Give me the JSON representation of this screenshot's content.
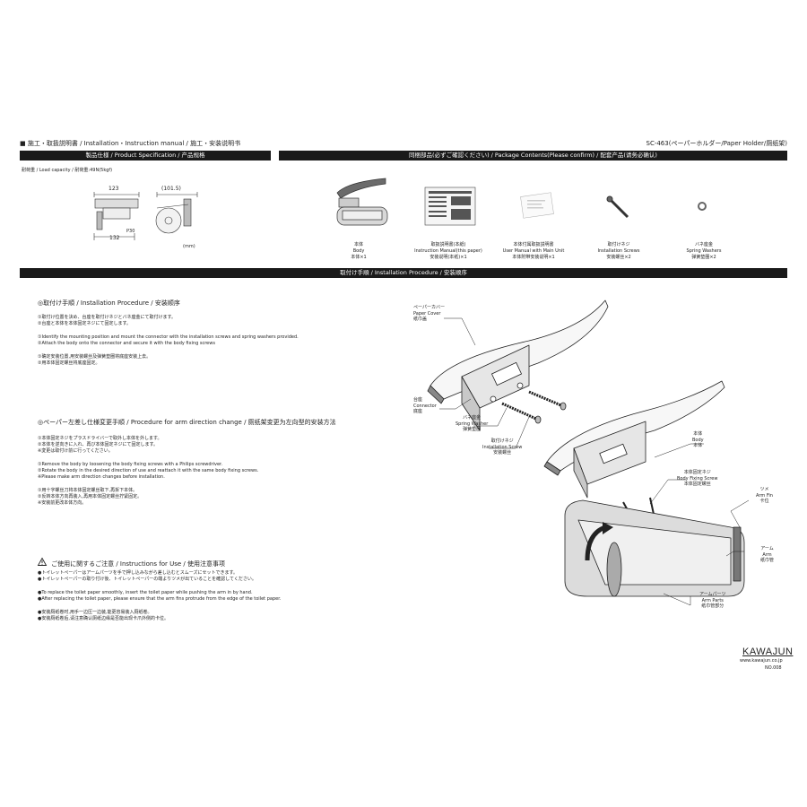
{
  "header": {
    "title": "■ 施工・取扱説明書 / Installation・Instruction manual / 施工・安装说明书",
    "model": "SC-463(ペーパーホルダー/Paper Holder/厕纸架)"
  },
  "spec": {
    "bar": "製品仕様 / Product Specification / 产品规格",
    "load": "耐荷重 / Load capacity / 耐荷重:49N(5kgf)",
    "dims": {
      "w123": "123",
      "d1015": "(101.5)",
      "p30": "P30",
      "w132": "132",
      "unit": "(mm)"
    }
  },
  "contents": {
    "bar": "同梱部品(必ずご確認ください) / Package Contents(Please confirm) / 配套产品(请务必确认)",
    "items": [
      {
        "icon": "paper-holder-body-icon",
        "l1": "本体",
        "l2": "Body",
        "l3": "本体×1"
      },
      {
        "icon": "instruction-manual-icon",
        "l1": "取扱説明書(本紙)",
        "l2": "Instruction Manual(this paper)",
        "l3": "安装说明(本纸)×1"
      },
      {
        "icon": "user-manual-icon",
        "l1": "本体付属取扱説明書",
        "l2": "User Manual with Main Unit",
        "l3": "本体附带安装说明×1"
      },
      {
        "icon": "installation-screw-icon",
        "l1": "取付けネジ",
        "l2": "Installation Screws",
        "l3": "安装螺丝×2"
      },
      {
        "icon": "spring-washer-icon",
        "l1": "バネ座金",
        "l2": "Spring Washers",
        "l3": "弹簧垫圈×2"
      }
    ]
  },
  "procedure": {
    "bar": "取付け手順 / Installation Procedure / 安装顺序",
    "install": {
      "heading": "◎取付け手順 / Installation Procedure / 安装顺序",
      "lines": [
        "①取付け位置を決め、台座を取付けネジとバネ座金にて取付けます。",
        "②台座と本体を本体固定ネジにて固定します。",
        "",
        "①Identify the mounting position and mount the connector with the installation screws and spring washers provided.",
        "②Attach the body onto the connector and secure it with the body fixing screws",
        "",
        "①确定安装位置,用安装螺丝及弹簧垫圈将底座安装上去。",
        "②用本体固定螺丝将底座固定。"
      ]
    },
    "arm": {
      "heading": "◎ペーパー左差し仕様変更手順 / Procedure for arm direction change / 厕纸架变更为左向型的安装方法",
      "lines": [
        "①本体固定ネジをプラスドライバーで取外し本体を外します。",
        "②本体を逆向きに入れ、再び本体固定ネジにて固定します。",
        "※変更は取付け前に行ってください。",
        "",
        "①Remove the body by loosening the body fixing screws with a Philips screwdriver.",
        "②Rotate the body in the desired direction of use and reattach it with the same body fixing screws.",
        "※Please make arm direction changes before installation.",
        "",
        "①用十字螺丝刀将本体固定螺丝取下,再拆下本体。",
        "②反转本体方向再装入,再用本体固定螺丝拧紧固定。",
        "※安装前更改本体方向。"
      ]
    },
    "caution": {
      "heading": "ご使用に関するご注意 / Instructions for Use / 使用注意事项",
      "lines": [
        "●トイレットペーパーはアームパーツを手で押し込みながら差し込むとスムーズにセットできます。",
        "●トイレットペーパーの取り付け後、トイレットペーパーの端よりツメが出ていることを確認してください。",
        "",
        "●To replace the toilet paper smoothly, insert the toilet paper while pushing the arm in by hand.",
        "●After replacing the toilet paper, please ensure that the arm fins protrude from the edge of the toilet paper.",
        "",
        "●安装厕纸卷时,用手一边压一边装,能更容易装入厕纸卷。",
        "●安装厕纸卷后,请注意确认厕纸边缘是否能出现卡爪外侧的卡位。"
      ]
    },
    "diagram": {
      "paper_cover": [
        "ペーパーカバー",
        "Paper Cover",
        "纸巾盖"
      ],
      "connector": [
        "台座",
        "Connector",
        "底座"
      ],
      "spring_washer": [
        "バネ座金",
        "Spring Washer",
        "弹簧垫圈"
      ],
      "install_screw": [
        "取付けネジ",
        "Installation Screw",
        "安装螺丝"
      ],
      "body": [
        "本体",
        "Body",
        "本体"
      ],
      "body_fixing_screw": [
        "本体固定ネジ",
        "Body Fixing Screw",
        "本体固定螺丝"
      ],
      "arm_fin": [
        "ツメ",
        "Arm Fin",
        "卡位"
      ],
      "arm": [
        "アーム",
        "Arm",
        "纸巾管"
      ],
      "arm_parts": [
        "アームパーツ",
        "Arm Parts",
        "纸巾管部分"
      ]
    }
  },
  "footer": {
    "brand": "KAWAJUN",
    "url": "www.kawajun.co.jp",
    "no": "NO.008"
  }
}
